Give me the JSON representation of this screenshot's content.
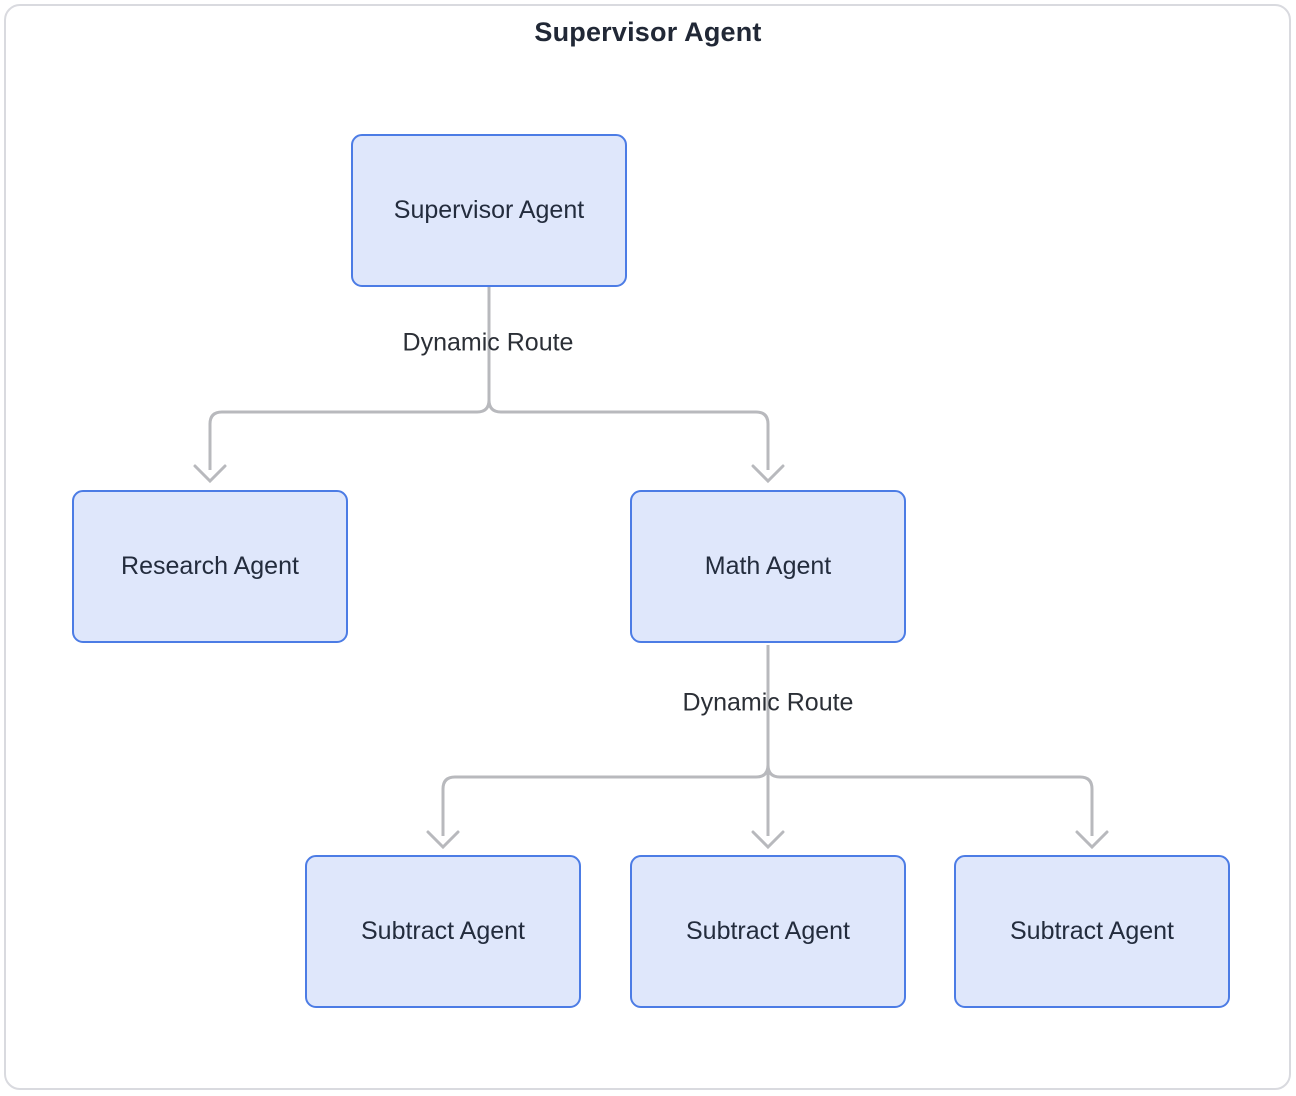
{
  "diagram": {
    "title": "Supervisor Agent",
    "nodes": [
      {
        "id": "supervisor",
        "label": "Supervisor Agent"
      },
      {
        "id": "research",
        "label": "Research Agent"
      },
      {
        "id": "math",
        "label": "Math Agent"
      },
      {
        "id": "subtract-1",
        "label": "Subtract Agent"
      },
      {
        "id": "subtract-2",
        "label": "Subtract Agent"
      },
      {
        "id": "subtract-3",
        "label": "Subtract Agent"
      }
    ],
    "edges": [
      {
        "from": "supervisor",
        "to": "research",
        "label": "Dynamic Route"
      },
      {
        "from": "supervisor",
        "to": "math",
        "label": "Dynamic Route"
      },
      {
        "from": "math",
        "to": "subtract-1",
        "label": "Dynamic Route"
      },
      {
        "from": "math",
        "to": "subtract-2",
        "label": "Dynamic Route"
      },
      {
        "from": "math",
        "to": "subtract-3",
        "label": "Dynamic Route"
      }
    ],
    "edge_labels": {
      "supervisor_branch": "Dynamic Route",
      "math_branch": "Dynamic Route"
    },
    "colors": {
      "node_fill": "#dfe7fb",
      "node_border": "#4c7ce5",
      "node_text": "#232c3d",
      "edge_stroke": "#b8b9bd",
      "frame_border": "#d9dadf",
      "title_text": "#212836",
      "background": "#ffffff"
    }
  }
}
